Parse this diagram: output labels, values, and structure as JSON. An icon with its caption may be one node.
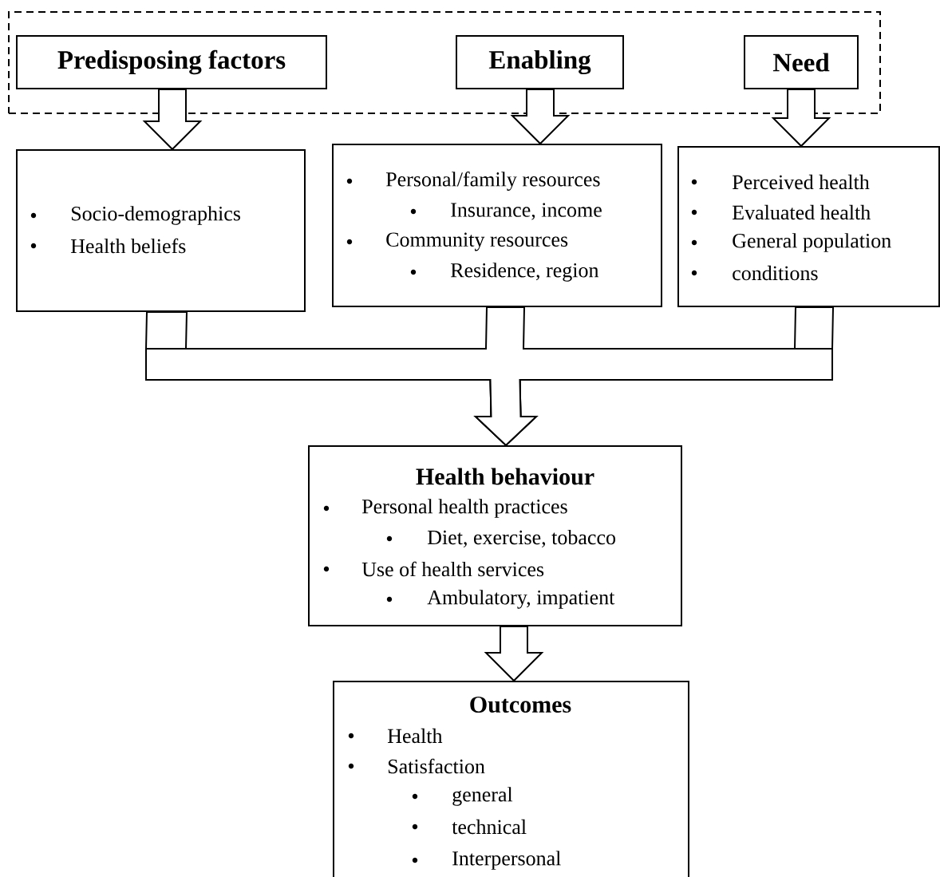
{
  "diagram": {
    "nodes": [
      {
        "text": [],
        "shape": "box"
      },
      {
        "text": [
          "Predisposing factors"
        ],
        "in": 0
      },
      {
        "text": [
          "Enabling"
        ],
        "in": 0
      },
      {
        "text": [
          "Need"
        ],
        "in": 0
      },
      {
        "text": [
          "Socio-demographics",
          "Health beliefs"
        ]
      },
      {
        "text": [
          "Personal/family resources",
          "Insurance, income",
          "Community resources",
          "Residence, region"
        ]
      },
      {
        "text": [
          "Perceived health",
          "Evaluated health",
          "General population",
          "conditions"
        ]
      },
      {
        "text": [
          "Health behaviour",
          "Personal health practices",
          "Diet, exercise, tobacco",
          "Use of health services",
          "Ambulatory, impatient"
        ]
      },
      {
        "text": [
          "Outcomes",
          "Health",
          "Satisfaction",
          "general",
          "technical",
          "Interpersonal"
        ]
      }
    ],
    "edges": [
      {
        "from": 1,
        "to": 4,
        "arrow": "to"
      },
      {
        "from": 2,
        "to": 5,
        "arrow": "to"
      },
      {
        "from": 3,
        "to": 6,
        "arrow": "to"
      },
      {
        "from": 4,
        "to": 7,
        "arrow": "to"
      },
      {
        "from": 5,
        "to": 7,
        "arrow": "to"
      },
      {
        "from": 6,
        "to": 7,
        "arrow": "to"
      },
      {
        "from": 7,
        "to": 8,
        "arrow": "to"
      }
    ]
  }
}
